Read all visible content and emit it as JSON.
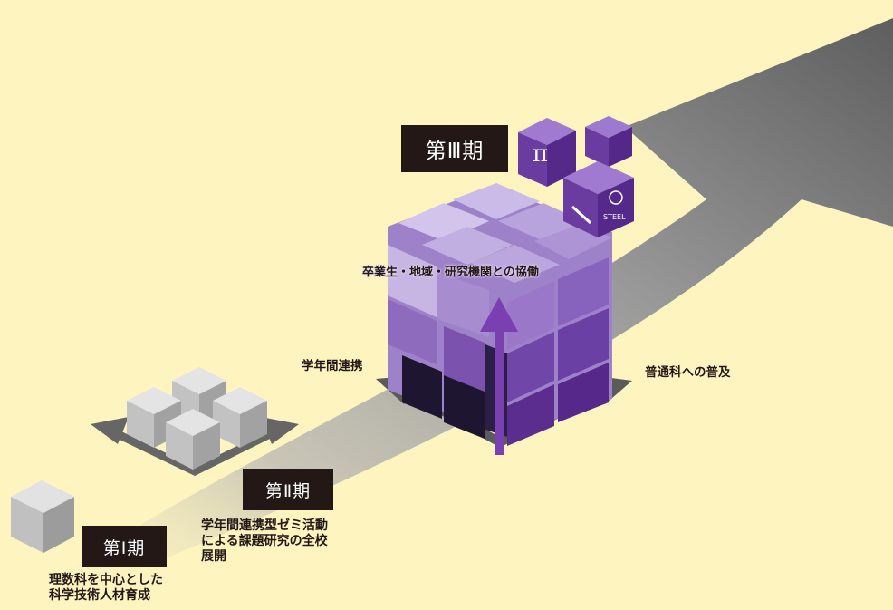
{
  "phases": {
    "phase1": "第Ⅰ期",
    "phase2": "第Ⅱ期",
    "phase3": "第Ⅲ期"
  },
  "labels": {
    "phase1_desc_line1": "理数科を中心とした",
    "phase1_desc_line2": "科学技術人材育成",
    "phase2_desc_line1": "学年間連携型ゼミ活動",
    "phase2_desc_line2": "による課題研究の全校",
    "phase2_desc_line3": "展開",
    "grade_collab": "学年間連携",
    "spread": "普通科への普及",
    "collaboration": "卒業生・地域・研究機関との協働"
  },
  "icon_cube_labels": {
    "pi": "π",
    "steel": "STEEL"
  },
  "colors": {
    "background": "#fdf4c0",
    "arrow_gray": "#8c8c8c",
    "cube_gray": "#b4b4b4",
    "purple_light": "#b8a3d8",
    "purple_mid": "#8d63bf",
    "purple_dark": "#5a2d8e",
    "vertical_arrow": "#7a3fb0",
    "phase_box": "#231815"
  }
}
